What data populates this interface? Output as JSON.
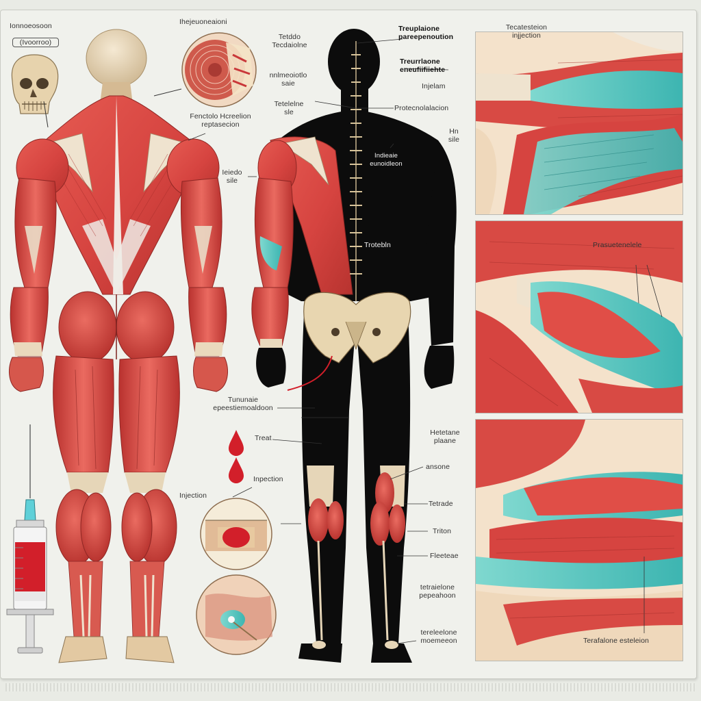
{
  "labels": {
    "skull_title": "Ionnoeosoon",
    "skull_subtitle": "(Ivoorroo)",
    "top_center": "Ihejeuoneaioni",
    "figure_a": "Tetddo\nTecdaiolne",
    "figure_b": "Treuplaione\npareepenoution",
    "figure_c": "Treurrlaone\neneufiifiiehte",
    "figure_d": "Tecatesteion\ninjjection",
    "mid_1": "nnlmeoiotlo\nsaie",
    "mid_2": "Tetelelne\nsle",
    "fenoldo": "Fenctolo Hcreelion\nreptasecion",
    "injelam": "Injelam",
    "protesolation": "Protecnolalacion",
    "hn_site": "Hn\nsile",
    "tebia": "Ieiedo\nsile",
    "spine_label": "Indieaie\neunoidleon",
    "trotebln": "Trotebln",
    "prsuse": "Prasuetenelele",
    "turnonaio": "Tununaie\nepeestiemoaldoon",
    "treat": "Treat",
    "injection_a": "Injection",
    "injection_b": "Inpection",
    "helrone": "Hetetane\nplaane",
    "ansone": "ansone",
    "tetrade": "Tetrade",
    "triton": "Triton",
    "flebrae": "Fleeteae",
    "tetrefone": "tetraielone\npepeahoon",
    "terolelone": "tereleelone\nmoemeeon",
    "bottom_right": "Terafalone esteleion"
  },
  "colors": {
    "muscle": "#d84a44",
    "muscle_dark": "#a8302d",
    "muscle_light": "#ee8a80",
    "tendon": "#efe3cf",
    "teal": "#4ec6c0",
    "silhouette": "#0c0c0c",
    "bone": "#e8d6b0",
    "blood": "#d21f2a"
  },
  "icons": [
    "skull-icon",
    "blood-drop-icon",
    "syringe-icon",
    "cross-section-icon"
  ]
}
